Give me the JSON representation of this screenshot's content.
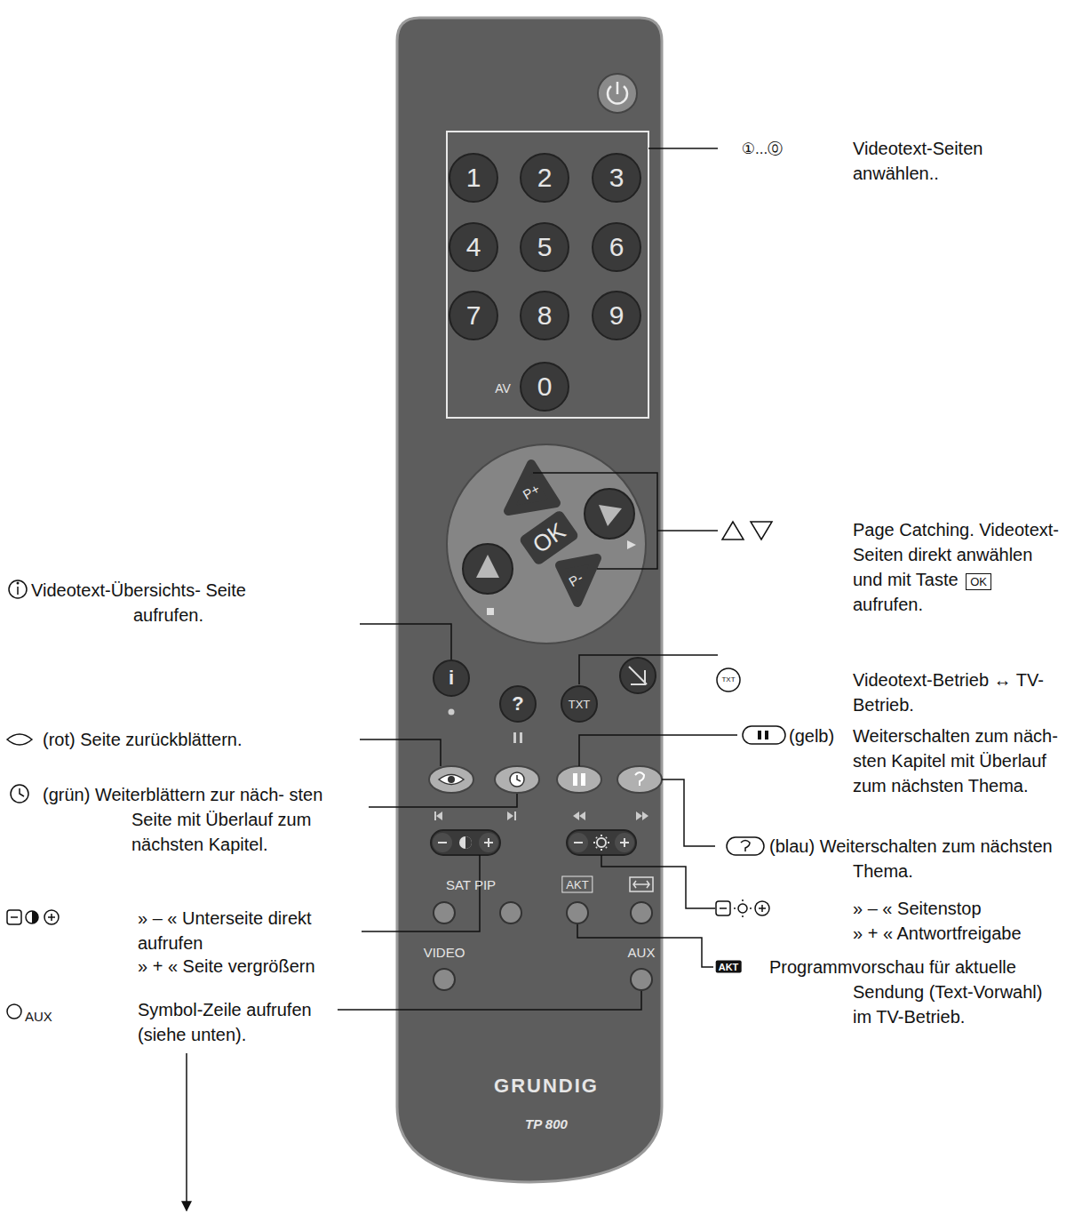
{
  "diagram": {
    "labels": [
      "1",
      "2",
      "3",
      "4",
      "5",
      "6",
      "7",
      "8",
      "9",
      "AV",
      "0",
      "P+",
      "OK",
      "P-",
      "i",
      "?",
      "TXT",
      "SAT PIP",
      "AKT",
      "VIDEO",
      "AUX",
      "GRUNDIG",
      "TP 800",
      "①...⓪",
      "Videotext-Seiten anwählen..",
      "Page Catching. Videotext-Seiten direkt anwählen und mit Taste",
      "OK",
      "aufrufen.",
      "TXT",
      "Videotext-Betrieb ↔ TV-Betrieb.",
      "Videotext-Übersichts- Seite aufrufen.",
      "(rot) Seite zurückblättern.",
      "(grün) Weiterblättern zur näch- sten Seite mit Überlauf zum nächsten Kapitel.",
      "(gelb)",
      "Weiterschalten zum näch- sten Kapitel mit Überlauf zum nächsten Thema.",
      "(blau) Weiterschalten zum nächsten Thema.",
      "» – « Unterseite direkt aufrufen",
      "» + « Seite vergrößern",
      "» – « Seitenstop",
      "» + « Antwortfreigabe",
      "AUX",
      "Symbol-Zeile aufrufen (siehe unten).",
      "AKT",
      "Programmvorschau für aktuelle Sendung (Text-Vorwahl) im TV-Betrieb."
    ]
  }
}
